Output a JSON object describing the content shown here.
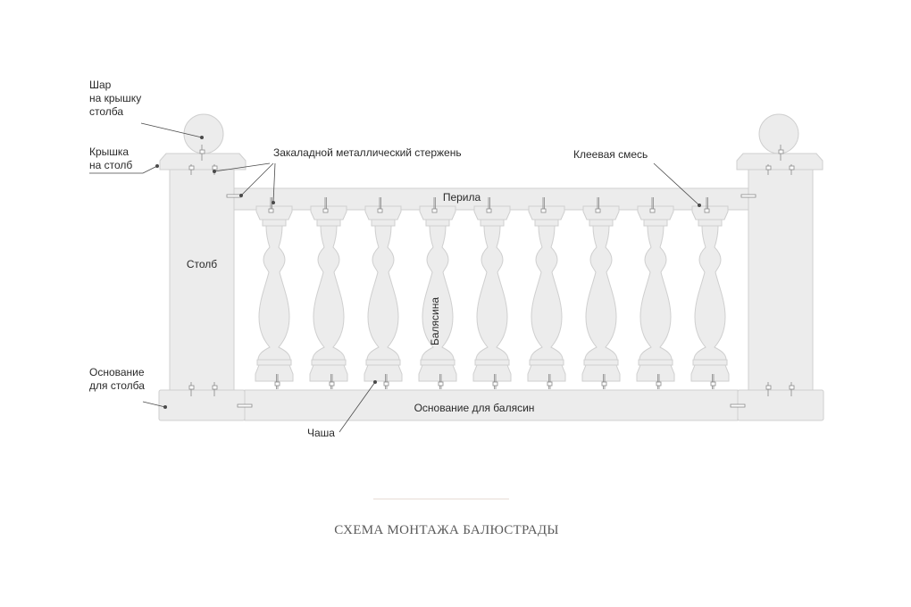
{
  "labels": {
    "ball": [
      "Шар",
      "на крышку",
      "столба"
    ],
    "cap": [
      "Крышка",
      "на столб"
    ],
    "rod": "Закаладной металлический стержень",
    "glue": "Клеевая смесь",
    "rail": "Перила",
    "post": "Столб",
    "baluster": "Балясина",
    "post_base": [
      "Основание",
      "для столба"
    ],
    "bowl": "Чаша",
    "baluster_base": "Основание для балясин"
  },
  "title": "СХЕМА МОНТАЖА БАЛЮСТРАДЫ",
  "baluster_count": 9,
  "colors": {
    "part_fill": "#ececec",
    "part_stroke": "#cfcfcf",
    "leader": "#4a4a4a",
    "text": "#2a2a2a",
    "title": "#5a5a5a",
    "divider": "#e6d8d2"
  }
}
